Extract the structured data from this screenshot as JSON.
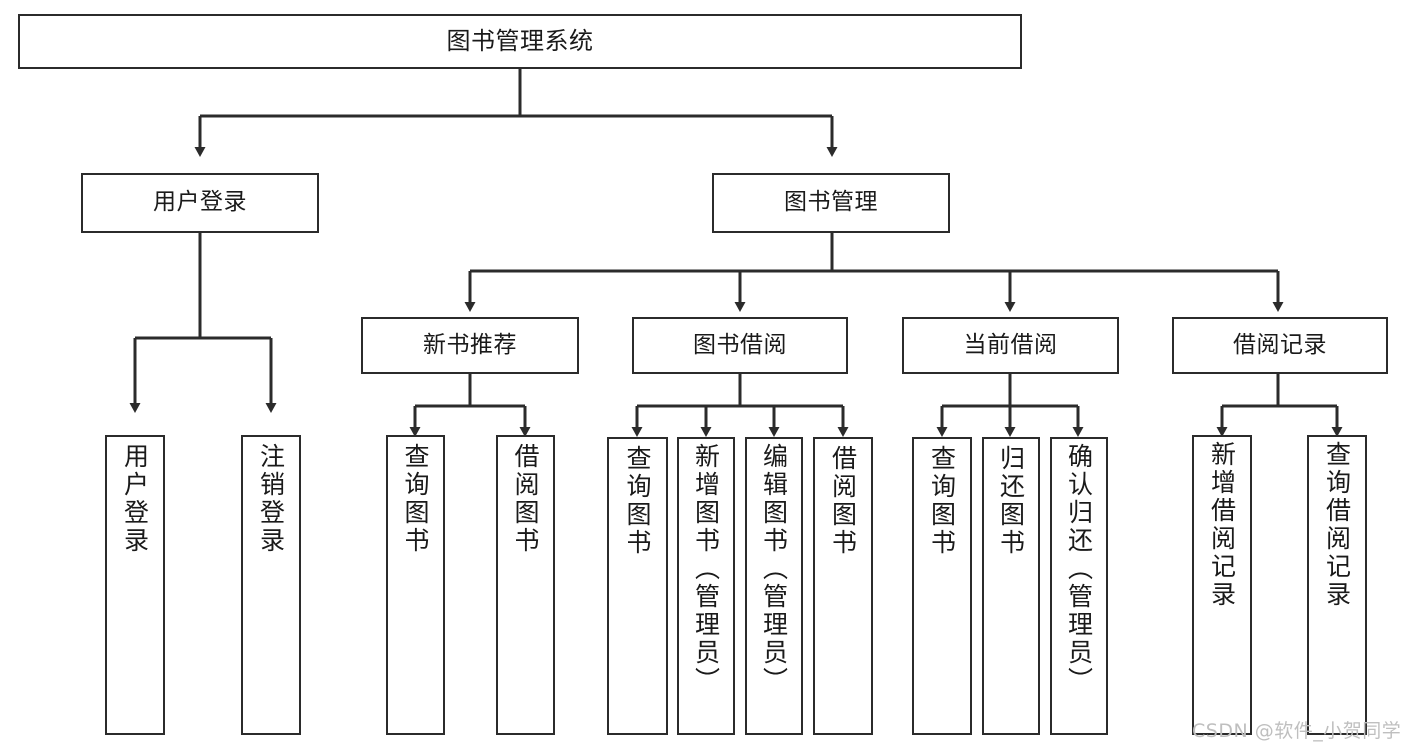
{
  "diagram": {
    "title": "图书管理系统",
    "type": "tree",
    "root": {
      "label": "图书管理系统"
    },
    "level2": [
      {
        "label": "用户登录"
      },
      {
        "label": "图书管理"
      }
    ],
    "level3": [
      {
        "label": "新书推荐"
      },
      {
        "label": "图书借阅"
      },
      {
        "label": "当前借阅"
      },
      {
        "label": "借阅记录"
      }
    ],
    "leaves": {
      "user_login": [
        {
          "label": "用户登录"
        },
        {
          "label": "注销登录"
        }
      ],
      "new_book_recommend": [
        {
          "label": "查询图书"
        },
        {
          "label": "借阅图书"
        }
      ],
      "book_borrow": [
        {
          "label": "查询图书"
        },
        {
          "label": "新增图书（管理员）"
        },
        {
          "label": "编辑图书（管理员）"
        },
        {
          "label": "借阅图书"
        }
      ],
      "current_borrow": [
        {
          "label": "查询图书"
        },
        {
          "label": "归还图书"
        },
        {
          "label": "确认归还（管理员）"
        }
      ],
      "borrow_record": [
        {
          "label": "新增借阅记录"
        },
        {
          "label": "查询借阅记录"
        }
      ]
    }
  },
  "watermark": {
    "text": "CSDN @软件_小贺同学"
  },
  "colors": {
    "stroke": "#2b2b2b",
    "fill": "#ffffff",
    "text": "#1a1a1a",
    "watermark": "#bfbfbf"
  }
}
